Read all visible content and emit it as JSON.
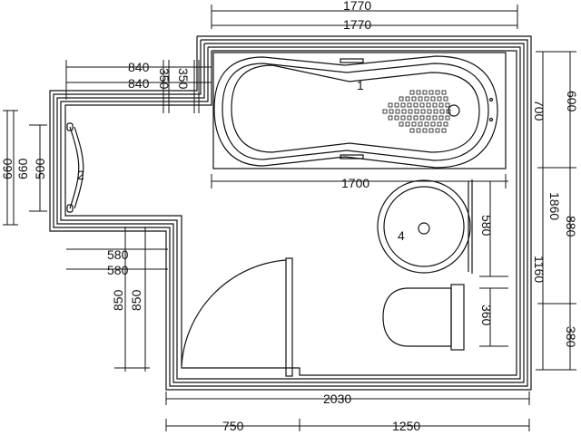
{
  "dimensions": {
    "top_outer": "1770",
    "top_inner": "1770",
    "left_outer": "840",
    "left_inner": "840",
    "left_small_a": "350",
    "left_small_b": "350",
    "bath_length": "1700",
    "side_a": "660",
    "side_b": "660",
    "side_c": "500",
    "mid_a": "580",
    "mid_b": "580",
    "left_vert_a": "850",
    "left_vert_b": "850",
    "bottom_total": "2030",
    "bottom_left": "750",
    "bottom_right": "1250",
    "right_600": "600",
    "right_700": "700",
    "right_1860": "1860",
    "right_880": "880",
    "right_1160": "1160",
    "right_380": "380",
    "basin_580": "580",
    "wc_360": "360"
  },
  "fixtures": {
    "bath_number": "1",
    "shower_number": "2",
    "basin_number": "4"
  },
  "colors": {
    "line": "#111111",
    "background": "#ffffff"
  }
}
